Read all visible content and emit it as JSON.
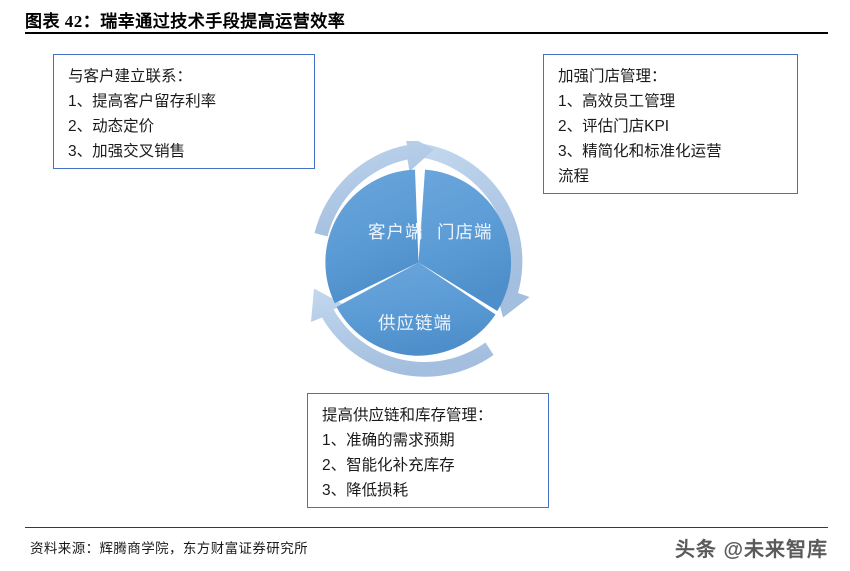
{
  "title": {
    "label": "图表 42：瑞幸通过技术手段提高运营效率"
  },
  "footer": {
    "source": "资料来源：辉腾商学院，东方财富证券研究所",
    "watermark": "头条 @未来智库"
  },
  "colors": {
    "box_border": "#4472C4",
    "segment_fill": "#5B9BD5",
    "ring_fill": "#B4CDE8",
    "label_text": "#EEF4FB",
    "rule": "#000000"
  },
  "callouts": {
    "customer": {
      "heading": "与客户建立联系：",
      "items": [
        "1、提高客户留存利率",
        "2、动态定价",
        "3、加强交叉销售"
      ]
    },
    "store": {
      "heading": "加强门店管理：",
      "items": [
        "1、高效员工管理",
        "2、评估门店KPI",
        "3、精简化和标准化运营",
        "流程"
      ]
    },
    "supply": {
      "heading": "提高供应链和库存管理：",
      "items": [
        "1、准确的需求预期",
        "2、智能化补充库存",
        "3、降低损耗"
      ]
    }
  },
  "cycle": {
    "segments": [
      {
        "id": "customer",
        "label": "客户端"
      },
      {
        "id": "store",
        "label": "门店端"
      },
      {
        "id": "supply",
        "label": "供应链端"
      }
    ],
    "direction": "clockwise"
  },
  "chart_data": {
    "type": "diagram",
    "title": "瑞幸通过技术手段提高运营效率",
    "shape": "three-segment clockwise cycle",
    "categories": [
      "客户端",
      "门店端",
      "供应链端"
    ],
    "values": [
      33.3,
      33.3,
      33.3
    ],
    "annotations": [
      "与客户建立联系：1、提高客户留存利率 2、动态定价 3、加强交叉销售",
      "加强门店管理：1、高效员工管理 2、评估门店KPI 3、精简化和标准化运营流程",
      "提高供应链和库存管理：1、准确的需求预期 2、智能化补充库存 3、降低损耗"
    ],
    "legend_position": "none",
    "grid": false
  }
}
